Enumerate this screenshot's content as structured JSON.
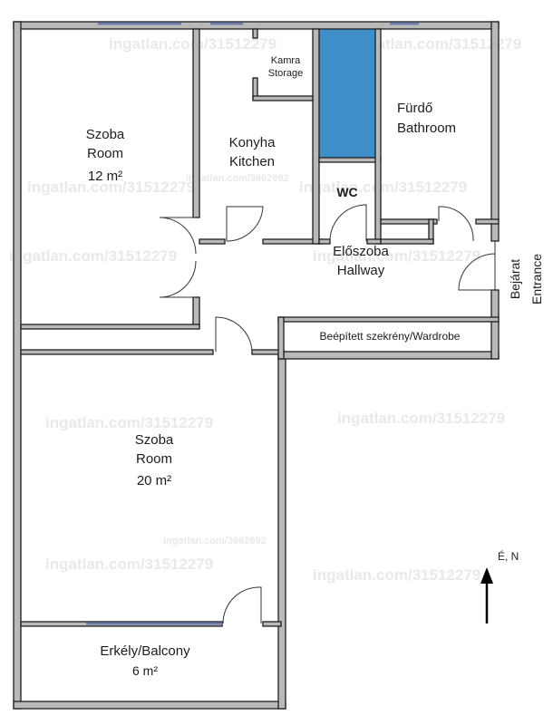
{
  "watermark": {
    "text_a": "ingatlan.com/31512279",
    "text_b": "ingatlan.com/3662692"
  },
  "rooms": {
    "room_small": {
      "line1": "Szoba",
      "line2": "Room",
      "area": "12 m²"
    },
    "kitchen": {
      "line1": "Konyha",
      "line2": "Kitchen"
    },
    "storage": {
      "line1": "Kamra",
      "line2": "Storage"
    },
    "bathroom": {
      "line1": "Fürdő",
      "line2": "Bathroom"
    },
    "wc": {
      "line1": "WC"
    },
    "hallway": {
      "line1": "Előszoba",
      "line2": "Hallway"
    },
    "wardrobe": {
      "line1": "Beépített szekrény/Wardrobe"
    },
    "entrance": {
      "line1": "Bejárat",
      "line2": "Entrance"
    },
    "room_large": {
      "line1": "Szoba",
      "line2": "Room",
      "area": "20 m²"
    },
    "balcony": {
      "line1": "Erkély/Balcony",
      "area": "6 m²"
    }
  },
  "compass": {
    "label": "É, N"
  },
  "colors": {
    "wall_fill": "#b9b9b9",
    "wall_stroke": "#1e1e1e",
    "window": "#6f7dad",
    "shower": "#3e8fc8"
  }
}
